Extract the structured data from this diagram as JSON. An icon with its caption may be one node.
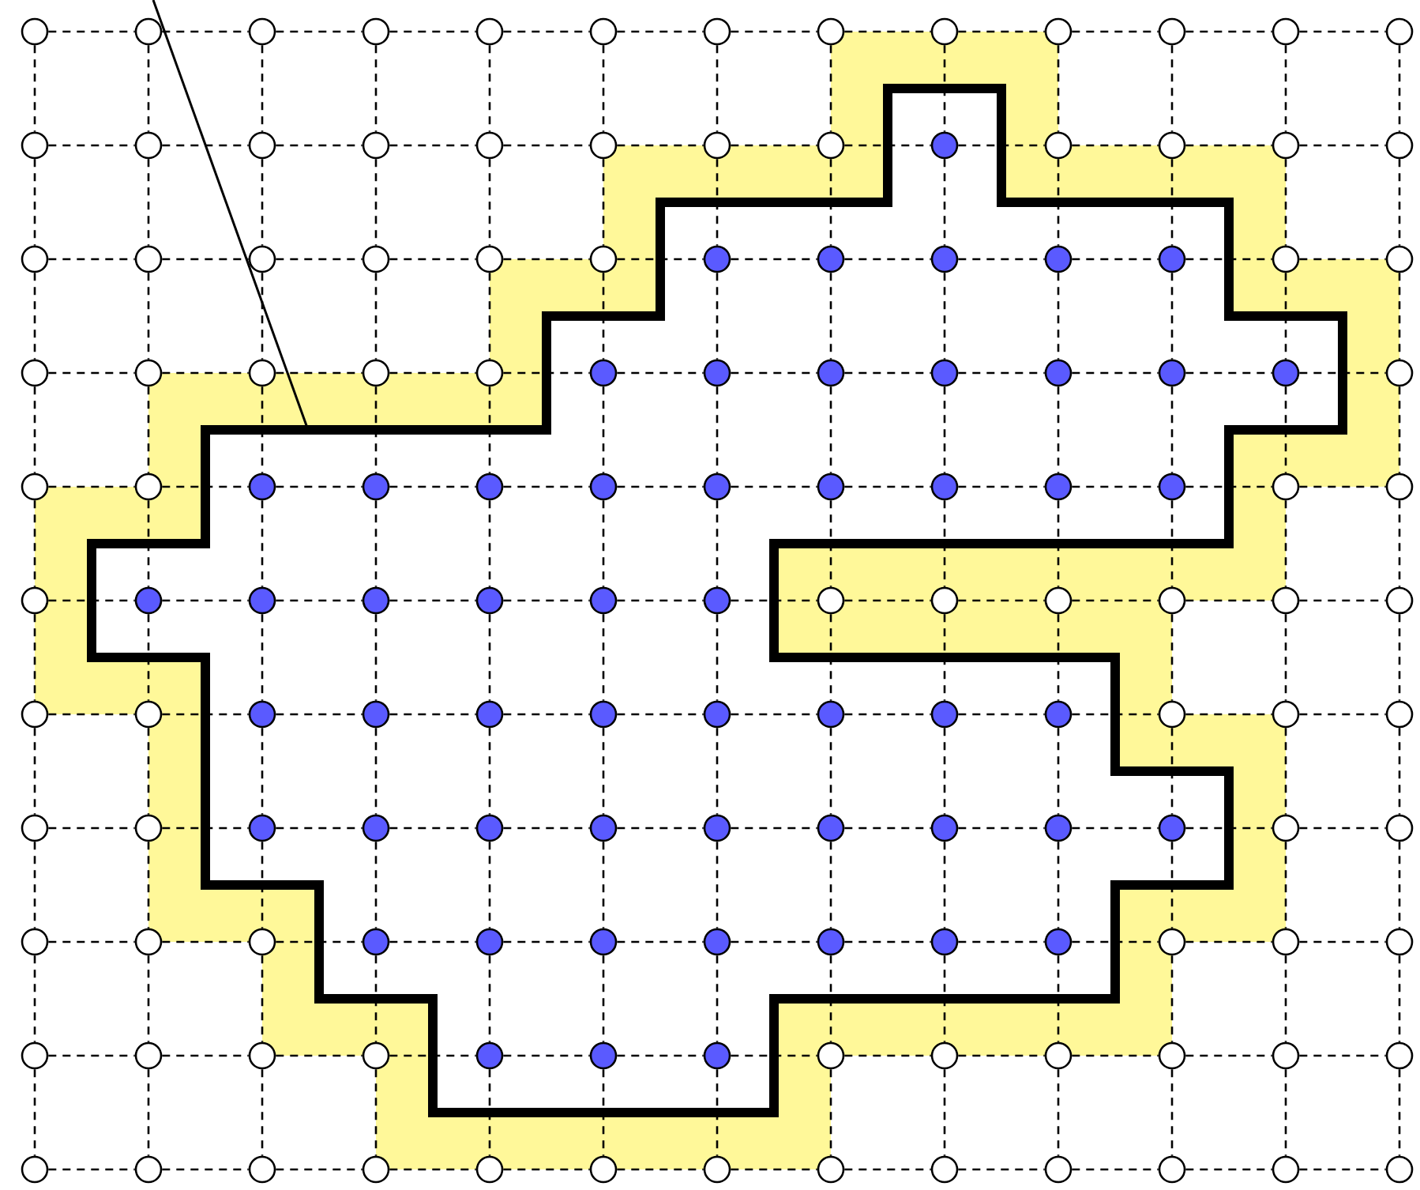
{
  "diagram": {
    "nodes": [
      {
        "text": [],
        "shape": "circle"
      },
      {
        "text": [],
        "shape": "circle"
      },
      {
        "text": [],
        "shape": "circle"
      },
      {
        "text": [],
        "shape": "circle"
      },
      {
        "text": [],
        "shape": "circle"
      },
      {
        "text": [],
        "shape": "circle"
      },
      {
        "text": [],
        "shape": "circle"
      },
      {
        "text": [],
        "shape": "circle"
      },
      {
        "text": [],
        "shape": "circle"
      },
      {
        "text": [],
        "shape": "circle"
      },
      {
        "text": [],
        "shape": "circle"
      },
      {
        "text": [],
        "shape": "circle"
      },
      {
        "text": [],
        "shape": "circle"
      },
      {
        "text": [],
        "shape": "circle"
      },
      {
        "text": [],
        "shape": "circle"
      },
      {
        "text": [],
        "shape": "circle"
      },
      {
        "text": [],
        "shape": "circle"
      },
      {
        "text": [],
        "shape": "circle"
      },
      {
        "text": [],
        "shape": "circle"
      },
      {
        "text": [],
        "shape": "circle"
      },
      {
        "text": [],
        "shape": "circle"
      },
      {
        "text": [],
        "shape": "circle"
      },
      {
        "text": [],
        "shape": "circle"
      },
      {
        "text": [],
        "shape": "circle"
      },
      {
        "text": [],
        "shape": "circle"
      },
      {
        "text": [],
        "shape": "circle"
      },
      {
        "text": [],
        "shape": "circle"
      },
      {
        "text": [],
        "shape": "circle"
      },
      {
        "text": [],
        "shape": "circle"
      },
      {
        "text": [],
        "shape": "circle"
      },
      {
        "text": [],
        "shape": "circle"
      },
      {
        "text": [],
        "shape": "circle"
      },
      {
        "text": [],
        "shape": "circle"
      },
      {
        "text": [],
        "shape": "circle"
      },
      {
        "text": [],
        "shape": "circle"
      },
      {
        "text": [],
        "shape": "circle"
      },
      {
        "text": [],
        "shape": "circle"
      },
      {
        "text": [],
        "shape": "circle"
      },
      {
        "text": [],
        "shape": "circle"
      },
      {
        "text": [],
        "shape": "circle"
      },
      {
        "text": [],
        "shape": "circle"
      },
      {
        "text": [],
        "shape": "circle"
      },
      {
        "text": [],
        "shape": "circle"
      },
      {
        "text": [],
        "shape": "circle"
      },
      {
        "text": [],
        "shape": "circle"
      },
      {
        "text": [],
        "shape": "circle"
      },
      {
        "text": [],
        "shape": "circle"
      },
      {
        "text": [],
        "shape": "circle"
      },
      {
        "text": [],
        "shape": "circle"
      },
      {
        "text": [],
        "shape": "circle"
      },
      {
        "text": [],
        "shape": "circle"
      },
      {
        "text": [],
        "shape": "circle"
      },
      {
        "text": [],
        "shape": "circle"
      },
      {
        "text": [],
        "shape": "circle"
      },
      {
        "text": [],
        "shape": "circle"
      },
      {
        "text": [],
        "shape": "circle"
      },
      {
        "text": [],
        "shape": "circle"
      },
      {
        "text": [],
        "shape": "circle"
      },
      {
        "text": [],
        "shape": "circle"
      },
      {
        "text": [],
        "shape": "circle"
      },
      {
        "text": [],
        "shape": "circle"
      },
      {
        "text": [],
        "shape": "circle"
      },
      {
        "text": [],
        "shape": "circle"
      },
      {
        "text": [],
        "shape": "circle"
      },
      {
        "text": [],
        "shape": "circle"
      },
      {
        "text": [],
        "shape": "circle"
      },
      {
        "text": [],
        "shape": "circle"
      },
      {
        "text": [],
        "shape": "circle"
      },
      {
        "text": [],
        "shape": "circle"
      },
      {
        "text": [],
        "shape": "circle"
      },
      {
        "text": [],
        "shape": "circle"
      },
      {
        "text": [],
        "shape": "circle"
      },
      {
        "text": [],
        "shape": "circle"
      },
      {
        "text": [],
        "shape": "circle"
      },
      {
        "text": [],
        "shape": "circle"
      },
      {
        "text": [],
        "shape": "circle"
      },
      {
        "text": [],
        "shape": "circle"
      },
      {
        "text": [],
        "shape": "circle"
      },
      {
        "text": [],
        "shape": "circle"
      },
      {
        "text": [],
        "shape": "circle"
      },
      {
        "text": [],
        "shape": "circle"
      },
      {
        "text": [],
        "shape": "circle"
      },
      {
        "text": [],
        "shape": "circle"
      },
      {
        "text": [],
        "shape": "circle"
      },
      {
        "text": [],
        "shape": "circle"
      },
      {
        "text": [],
        "shape": "circle"
      },
      {
        "text": [],
        "shape": "circle"
      },
      {
        "text": [],
        "shape": "circle"
      },
      {
        "text": [],
        "shape": "circle"
      },
      {
        "text": [],
        "shape": "circle"
      },
      {
        "text": [],
        "shape": "circle"
      },
      {
        "text": [],
        "shape": "circle"
      },
      {
        "text": [],
        "shape": "circle"
      },
      {
        "text": [],
        "shape": "circle"
      },
      {
        "text": [],
        "shape": "circle"
      },
      {
        "text": [],
        "shape": "circle"
      },
      {
        "text": [],
        "shape": "circle"
      },
      {
        "text": [],
        "shape": "circle"
      },
      {
        "text": [],
        "shape": "circle"
      },
      {
        "text": [],
        "shape": "circle"
      },
      {
        "text": [],
        "shape": "circle"
      },
      {
        "text": [],
        "shape": "circle"
      },
      {
        "text": [],
        "shape": "circle"
      },
      {
        "text": [],
        "shape": "circle"
      },
      {
        "text": [],
        "shape": "circle"
      },
      {
        "text": [],
        "shape": "circle"
      },
      {
        "text": [],
        "shape": "circle"
      },
      {
        "text": [],
        "shape": "circle"
      },
      {
        "text": [],
        "shape": "circle"
      },
      {
        "text": [],
        "shape": "circle"
      },
      {
        "text": [],
        "shape": "circle"
      },
      {
        "text": [],
        "shape": "circle"
      },
      {
        "text": [],
        "shape": "circle"
      },
      {
        "text": [],
        "shape": "circle"
      },
      {
        "text": [],
        "shape": "circle"
      },
      {
        "text": [],
        "shape": "circle"
      },
      {
        "text": [],
        "shape": "circle"
      },
      {
        "text": [],
        "shape": "circle"
      },
      {
        "text": [],
        "shape": "circle"
      },
      {
        "text": [],
        "shape": "circle"
      },
      {
        "text": [],
        "shape": "circle"
      },
      {
        "text": [],
        "shape": "circle"
      },
      {
        "text": [],
        "shape": "circle"
      },
      {
        "text": [],
        "shape": "circle"
      },
      {
        "text": [],
        "shape": "circle"
      },
      {
        "text": [],
        "shape": "circle"
      },
      {
        "text": [],
        "shape": "circle"
      },
      {
        "text": [],
        "shape": "circle"
      },
      {
        "text": [],
        "shape": "circle"
      },
      {
        "text": [],
        "shape": "circle"
      },
      {
        "text": [],
        "shape": "circle"
      },
      {
        "text": [],
        "shape": "circle"
      },
      {
        "text": [],
        "shape": "circle"
      },
      {
        "text": [],
        "shape": "circle"
      },
      {
        "text": [],
        "shape": "circle"
      },
      {
        "text": [],
        "shape": "circle"
      },
      {
        "text": [],
        "shape": "circle"
      },
      {
        "text": [],
        "shape": "circle"
      },
      {
        "text": [],
        "shape": "circle"
      },
      {
        "text": [],
        "shape": "circle"
      },
      {
        "text": [],
        "shape": "circle"
      },
      {
        "text": [],
        "shape": "circle"
      },
      {
        "text": [],
        "shape": "circle"
      }
    ],
    "edges": [
      {
        "from": 0,
        "to": 1,
        "arrow": "none"
      },
      {
        "from": 1,
        "to": 2,
        "arrow": "none"
      },
      {
        "from": 2,
        "to": 3,
        "arrow": "none"
      },
      {
        "from": 3,
        "to": 4,
        "arrow": "none"
      },
      {
        "from": 4,
        "to": 5,
        "arrow": "none"
      },
      {
        "from": 5,
        "to": 6,
        "arrow": "none"
      },
      {
        "from": 6,
        "to": 7,
        "arrow": "none"
      },
      {
        "from": 7,
        "to": 8,
        "arrow": "none"
      },
      {
        "from": 8,
        "to": 9,
        "arrow": "none"
      },
      {
        "from": 9,
        "to": 10,
        "arrow": "none"
      },
      {
        "from": 10,
        "to": 11,
        "arrow": "none"
      },
      {
        "from": 11,
        "to": 12,
        "arrow": "none"
      },
      {
        "from": 13,
        "to": 14,
        "arrow": "none"
      },
      {
        "from": 14,
        "to": 15,
        "arrow": "none"
      },
      {
        "from": 15,
        "to": 16,
        "arrow": "none"
      },
      {
        "from": 16,
        "to": 17,
        "arrow": "none"
      },
      {
        "from": 17,
        "to": 18,
        "arrow": "none"
      },
      {
        "from": 18,
        "to": 19,
        "arrow": "none"
      },
      {
        "from": 19,
        "to": 20,
        "arrow": "none"
      },
      {
        "from": 20,
        "to": 21,
        "arrow": "none"
      },
      {
        "from": 21,
        "to": 22,
        "arrow": "none"
      },
      {
        "from": 22,
        "to": 23,
        "arrow": "none"
      },
      {
        "from": 23,
        "to": 24,
        "arrow": "none"
      },
      {
        "from": 24,
        "to": 25,
        "arrow": "none"
      },
      {
        "from": 26,
        "to": 27,
        "arrow": "none"
      },
      {
        "from": 27,
        "to": 28,
        "arrow": "none"
      },
      {
        "from": 28,
        "to": 29,
        "arrow": "none"
      },
      {
        "from": 29,
        "to": 30,
        "arrow": "none"
      },
      {
        "from": 30,
        "to": 31,
        "arrow": "none"
      },
      {
        "from": 31,
        "to": 32,
        "arrow": "none"
      },
      {
        "from": 32,
        "to": 33,
        "arrow": "none"
      },
      {
        "from": 33,
        "to": 34,
        "arrow": "none"
      },
      {
        "from": 34,
        "to": 35,
        "arrow": "none"
      },
      {
        "from": 35,
        "to": 36,
        "arrow": "none"
      },
      {
        "from": 36,
        "to": 37,
        "arrow": "none"
      },
      {
        "from": 37,
        "to": 38,
        "arrow": "none"
      },
      {
        "from": 39,
        "to": 40,
        "arrow": "none"
      },
      {
        "from": 40,
        "to": 41,
        "arrow": "none"
      },
      {
        "from": 41,
        "to": 42,
        "arrow": "none"
      },
      {
        "from": 42,
        "to": 43,
        "arrow": "none"
      },
      {
        "from": 43,
        "to": 44,
        "arrow": "none"
      },
      {
        "from": 44,
        "to": 45,
        "arrow": "none"
      },
      {
        "from": 45,
        "to": 46,
        "arrow": "none"
      },
      {
        "from": 46,
        "to": 47,
        "arrow": "none"
      },
      {
        "from": 47,
        "to": 48,
        "arrow": "none"
      },
      {
        "from": 48,
        "to": 49,
        "arrow": "none"
      },
      {
        "from": 49,
        "to": 50,
        "arrow": "none"
      },
      {
        "from": 50,
        "to": 51,
        "arrow": "none"
      },
      {
        "from": 52,
        "to": 53,
        "arrow": "none"
      },
      {
        "from": 53,
        "to": 54,
        "arrow": "none"
      },
      {
        "from": 54,
        "to": 55,
        "arrow": "none"
      },
      {
        "from": 55,
        "to": 56,
        "arrow": "none"
      },
      {
        "from": 56,
        "to": 57,
        "arrow": "none"
      },
      {
        "from": 57,
        "to": 58,
        "arrow": "none"
      },
      {
        "from": 58,
        "to": 59,
        "arrow": "none"
      },
      {
        "from": 59,
        "to": 60,
        "arrow": "none"
      },
      {
        "from": 60,
        "to": 61,
        "arrow": "none"
      },
      {
        "from": 61,
        "to": 62,
        "arrow": "none"
      },
      {
        "from": 62,
        "to": 63,
        "arrow": "none"
      },
      {
        "from": 63,
        "to": 64,
        "arrow": "none"
      },
      {
        "from": 65,
        "to": 66,
        "arrow": "none"
      },
      {
        "from": 66,
        "to": 67,
        "arrow": "none"
      },
      {
        "from": 67,
        "to": 68,
        "arrow": "none"
      },
      {
        "from": 68,
        "to": 69,
        "arrow": "none"
      },
      {
        "from": 69,
        "to": 70,
        "arrow": "none"
      },
      {
        "from": 70,
        "to": 71,
        "arrow": "none"
      },
      {
        "from": 71,
        "to": 72,
        "arrow": "none"
      },
      {
        "from": 72,
        "to": 73,
        "arrow": "none"
      },
      {
        "from": 73,
        "to": 74,
        "arrow": "none"
      },
      {
        "from": 74,
        "to": 75,
        "arrow": "none"
      },
      {
        "from": 75,
        "to": 76,
        "arrow": "none"
      },
      {
        "from": 76,
        "to": 77,
        "arrow": "none"
      },
      {
        "from": 78,
        "to": 79,
        "arrow": "none"
      },
      {
        "from": 79,
        "to": 80,
        "arrow": "none"
      },
      {
        "from": 80,
        "to": 81,
        "arrow": "none"
      },
      {
        "from": 81,
        "to": 82,
        "arrow": "none"
      },
      {
        "from": 82,
        "to": 83,
        "arrow": "none"
      },
      {
        "from": 83,
        "to": 84,
        "arrow": "none"
      },
      {
        "from": 84,
        "to": 85,
        "arrow": "none"
      },
      {
        "from": 85,
        "to": 86,
        "arrow": "none"
      },
      {
        "from": 86,
        "to": 87,
        "arrow": "none"
      },
      {
        "from": 87,
        "to": 88,
        "arrow": "none"
      },
      {
        "from": 88,
        "to": 89,
        "arrow": "none"
      },
      {
        "from": 89,
        "to": 90,
        "arrow": "none"
      },
      {
        "from": 91,
        "to": 92,
        "arrow": "none"
      },
      {
        "from": 92,
        "to": 93,
        "arrow": "none"
      },
      {
        "from": 93,
        "to": 94,
        "arrow": "none"
      },
      {
        "from": 94,
        "to": 95,
        "arrow": "none"
      },
      {
        "from": 95,
        "to": 96,
        "arrow": "none"
      },
      {
        "from": 96,
        "to": 97,
        "arrow": "none"
      },
      {
        "from": 97,
        "to": 98,
        "arrow": "none"
      },
      {
        "from": 98,
        "to": 99,
        "arrow": "none"
      },
      {
        "from": 99,
        "to": 100,
        "arrow": "none"
      },
      {
        "from": 100,
        "to": 101,
        "arrow": "none"
      },
      {
        "from": 101,
        "to": 102,
        "arrow": "none"
      },
      {
        "from": 102,
        "to": 103,
        "arrow": "none"
      },
      {
        "from": 104,
        "to": 105,
        "arrow": "none"
      },
      {
        "from": 105,
        "to": 106,
        "arrow": "none"
      },
      {
        "from": 106,
        "to": 107,
        "arrow": "none"
      },
      {
        "from": 107,
        "to": 108,
        "arrow": "none"
      },
      {
        "from": 108,
        "to": 109,
        "arrow": "none"
      },
      {
        "from": 109,
        "to": 110,
        "arrow": "none"
      },
      {
        "from": 110,
        "to": 111,
        "arrow": "none"
      },
      {
        "from": 111,
        "to": 112,
        "arrow": "none"
      },
      {
        "from": 112,
        "to": 113,
        "arrow": "none"
      },
      {
        "from": 113,
        "to": 114,
        "arrow": "none"
      },
      {
        "from": 114,
        "to": 115,
        "arrow": "none"
      },
      {
        "from": 115,
        "to": 116,
        "arrow": "none"
      },
      {
        "from": 117,
        "to": 118,
        "arrow": "none"
      },
      {
        "from": 118,
        "to": 119,
        "arrow": "none"
      },
      {
        "from": 119,
        "to": 120,
        "arrow": "none"
      },
      {
        "from": 120,
        "to": 121,
        "arrow": "none"
      },
      {
        "from": 121,
        "to": 122,
        "arrow": "none"
      },
      {
        "from": 122,
        "to": 123,
        "arrow": "none"
      },
      {
        "from": 123,
        "to": 124,
        "arrow": "none"
      },
      {
        "from": 124,
        "to": 125,
        "arrow": "none"
      },
      {
        "from": 125,
        "to": 126,
        "arrow": "none"
      },
      {
        "from": 126,
        "to": 127,
        "arrow": "none"
      },
      {
        "from": 127,
        "to": 128,
        "arrow": "none"
      },
      {
        "from": 128,
        "to": 129,
        "arrow": "none"
      },
      {
        "from": 130,
        "to": 131,
        "arrow": "none"
      },
      {
        "from": 131,
        "to": 132,
        "arrow": "none"
      },
      {
        "from": 132,
        "to": 133,
        "arrow": "none"
      },
      {
        "from": 133,
        "to": 134,
        "arrow": "none"
      },
      {
        "from": 134,
        "to": 135,
        "arrow": "none"
      },
      {
        "from": 135,
        "to": 136,
        "arrow": "none"
      },
      {
        "from": 136,
        "to": 137,
        "arrow": "none"
      },
      {
        "from": 137,
        "to": 138,
        "arrow": "none"
      },
      {
        "from": 138,
        "to": 139,
        "arrow": "none"
      },
      {
        "from": 139,
        "to": 140,
        "arrow": "none"
      },
      {
        "from": 140,
        "to": 141,
        "arrow": "none"
      },
      {
        "from": 141,
        "to": 142,
        "arrow": "none"
      },
      {
        "from": 0,
        "to": 13,
        "arrow": "none"
      },
      {
        "from": 1,
        "to": 14,
        "arrow": "none"
      },
      {
        "from": 2,
        "to": 15,
        "arrow": "none"
      },
      {
        "from": 3,
        "to": 16,
        "arrow": "none"
      },
      {
        "from": 4,
        "to": 17,
        "arrow": "none"
      },
      {
        "from": 5,
        "to": 18,
        "arrow": "none"
      },
      {
        "from": 6,
        "to": 19,
        "arrow": "none"
      },
      {
        "from": 7,
        "to": 20,
        "arrow": "none"
      },
      {
        "from": 8,
        "to": 21,
        "arrow": "none"
      },
      {
        "from": 9,
        "to": 22,
        "arrow": "none"
      },
      {
        "from": 10,
        "to": 23,
        "arrow": "none"
      },
      {
        "from": 11,
        "to": 24,
        "arrow": "none"
      },
      {
        "from": 12,
        "to": 25,
        "arrow": "none"
      },
      {
        "from": 13,
        "to": 26,
        "arrow": "none"
      },
      {
        "from": 14,
        "to": 27,
        "arrow": "none"
      },
      {
        "from": 15,
        "to": 28,
        "arrow": "none"
      },
      {
        "from": 16,
        "to": 29,
        "arrow": "none"
      },
      {
        "from": 17,
        "to": 30,
        "arrow": "none"
      },
      {
        "from": 18,
        "to": 31,
        "arrow": "none"
      },
      {
        "from": 19,
        "to": 32,
        "arrow": "none"
      },
      {
        "from": 20,
        "to": 33,
        "arrow": "none"
      },
      {
        "from": 21,
        "to": 34,
        "arrow": "none"
      },
      {
        "from": 22,
        "to": 35,
        "arrow": "none"
      },
      {
        "from": 23,
        "to": 36,
        "arrow": "none"
      },
      {
        "from": 24,
        "to": 37,
        "arrow": "none"
      },
      {
        "from": 25,
        "to": 38,
        "arrow": "none"
      },
      {
        "from": 26,
        "to": 39,
        "arrow": "none"
      },
      {
        "from": 27,
        "to": 40,
        "arrow": "none"
      },
      {
        "from": 28,
        "to": 41,
        "arrow": "none"
      },
      {
        "from": 29,
        "to": 42,
        "arrow": "none"
      },
      {
        "from": 30,
        "to": 43,
        "arrow": "none"
      },
      {
        "from": 31,
        "to": 44,
        "arrow": "none"
      },
      {
        "from": 32,
        "to": 45,
        "arrow": "none"
      },
      {
        "from": 33,
        "to": 46,
        "arrow": "none"
      },
      {
        "from": 34,
        "to": 47,
        "arrow": "none"
      },
      {
        "from": 35,
        "to": 48,
        "arrow": "none"
      },
      {
        "from": 36,
        "to": 49,
        "arrow": "none"
      },
      {
        "from": 37,
        "to": 50,
        "arrow": "none"
      },
      {
        "from": 38,
        "to": 51,
        "arrow": "none"
      },
      {
        "from": 39,
        "to": 52,
        "arrow": "none"
      },
      {
        "from": 40,
        "to": 53,
        "arrow": "none"
      },
      {
        "from": 41,
        "to": 54,
        "arrow": "none"
      },
      {
        "from": 42,
        "to": 55,
        "arrow": "none"
      },
      {
        "from": 43,
        "to": 56,
        "arrow": "none"
      },
      {
        "from": 44,
        "to": 57,
        "arrow": "none"
      },
      {
        "from": 45,
        "to": 58,
        "arrow": "none"
      },
      {
        "from": 46,
        "to": 59,
        "arrow": "none"
      },
      {
        "from": 47,
        "to": 60,
        "arrow": "none"
      },
      {
        "from": 48,
        "to": 61,
        "arrow": "none"
      },
      {
        "from": 49,
        "to": 62,
        "arrow": "none"
      },
      {
        "from": 50,
        "to": 63,
        "arrow": "none"
      },
      {
        "from": 51,
        "to": 64,
        "arrow": "none"
      },
      {
        "from": 52,
        "to": 65,
        "arrow": "none"
      },
      {
        "from": 53,
        "to": 66,
        "arrow": "none"
      },
      {
        "from": 54,
        "to": 67,
        "arrow": "none"
      },
      {
        "from": 55,
        "to": 68,
        "arrow": "none"
      },
      {
        "from": 56,
        "to": 69,
        "arrow": "none"
      },
      {
        "from": 57,
        "to": 70,
        "arrow": "none"
      },
      {
        "from": 58,
        "to": 71,
        "arrow": "none"
      },
      {
        "from": 59,
        "to": 72,
        "arrow": "none"
      },
      {
        "from": 60,
        "to": 73,
        "arrow": "none"
      },
      {
        "from": 61,
        "to": 74,
        "arrow": "none"
      },
      {
        "from": 62,
        "to": 75,
        "arrow": "none"
      },
      {
        "from": 63,
        "to": 76,
        "arrow": "none"
      },
      {
        "from": 64,
        "to": 77,
        "arrow": "none"
      },
      {
        "from": 65,
        "to": 78,
        "arrow": "none"
      },
      {
        "from": 66,
        "to": 79,
        "arrow": "none"
      },
      {
        "from": 67,
        "to": 80,
        "arrow": "none"
      },
      {
        "from": 68,
        "to": 81,
        "arrow": "none"
      },
      {
        "from": 69,
        "to": 82,
        "arrow": "none"
      },
      {
        "from": 70,
        "to": 83,
        "arrow": "none"
      },
      {
        "from": 71,
        "to": 84,
        "arrow": "none"
      },
      {
        "from": 72,
        "to": 85,
        "arrow": "none"
      },
      {
        "from": 73,
        "to": 86,
        "arrow": "none"
      },
      {
        "from": 74,
        "to": 87,
        "arrow": "none"
      },
      {
        "from": 75,
        "to": 88,
        "arrow": "none"
      },
      {
        "from": 76,
        "to": 89,
        "arrow": "none"
      },
      {
        "from": 77,
        "to": 90,
        "arrow": "none"
      },
      {
        "from": 78,
        "to": 91,
        "arrow": "none"
      },
      {
        "from": 79,
        "to": 92,
        "arrow": "none"
      },
      {
        "from": 80,
        "to": 93,
        "arrow": "none"
      },
      {
        "from": 81,
        "to": 94,
        "arrow": "none"
      },
      {
        "from": 82,
        "to": 95,
        "arrow": "none"
      },
      {
        "from": 83,
        "to": 96,
        "arrow": "none"
      },
      {
        "from": 84,
        "to": 97,
        "arrow": "none"
      },
      {
        "from": 85,
        "to": 98,
        "arrow": "none"
      },
      {
        "from": 86,
        "to": 99,
        "arrow": "none"
      },
      {
        "from": 87,
        "to": 100,
        "arrow": "none"
      },
      {
        "from": 88,
        "to": 101,
        "arrow": "none"
      },
      {
        "from": 89,
        "to": 102,
        "arrow": "none"
      },
      {
        "from": 90,
        "to": 103,
        "arrow": "none"
      },
      {
        "from": 91,
        "to": 104,
        "arrow": "none"
      },
      {
        "from": 92,
        "to": 105,
        "arrow": "none"
      },
      {
        "from": 93,
        "to": 106,
        "arrow": "none"
      },
      {
        "from": 94,
        "to": 107,
        "arrow": "none"
      },
      {
        "from": 95,
        "to": 108,
        "arrow": "none"
      },
      {
        "from": 96,
        "to": 109,
        "arrow": "none"
      },
      {
        "from": 97,
        "to": 110,
        "arrow": "none"
      },
      {
        "from": 98,
        "to": 111,
        "arrow": "none"
      },
      {
        "from": 99,
        "to": 112,
        "arrow": "none"
      },
      {
        "from": 100,
        "to": 113,
        "arrow": "none"
      },
      {
        "from": 101,
        "to": 114,
        "arrow": "none"
      },
      {
        "from": 102,
        "to": 115,
        "arrow": "none"
      },
      {
        "from": 103,
        "to": 116,
        "arrow": "none"
      },
      {
        "from": 104,
        "to": 117,
        "arrow": "none"
      },
      {
        "from": 105,
        "to": 118,
        "arrow": "none"
      },
      {
        "from": 106,
        "to": 119,
        "arrow": "none"
      },
      {
        "from": 107,
        "to": 120,
        "arrow": "none"
      },
      {
        "from": 108,
        "to": 121,
        "arrow": "none"
      },
      {
        "from": 109,
        "to": 122,
        "arrow": "none"
      },
      {
        "from": 110,
        "to": 123,
        "arrow": "none"
      },
      {
        "from": 111,
        "to": 124,
        "arrow": "none"
      },
      {
        "from": 112,
        "to": 125,
        "arrow": "none"
      },
      {
        "from": 113,
        "to": 126,
        "arrow": "none"
      },
      {
        "from": 114,
        "to": 127,
        "arrow": "none"
      },
      {
        "from": 115,
        "to": 128,
        "arrow": "none"
      },
      {
        "from": 116,
        "to": 129,
        "arrow": "none"
      },
      {
        "from": 117,
        "to": 130,
        "arrow": "none"
      },
      {
        "from": 118,
        "to": 131,
        "arrow": "none"
      },
      {
        "from": 119,
        "to": 132,
        "arrow": "none"
      },
      {
        "from": 120,
        "to": 133,
        "arrow": "none"
      },
      {
        "from": 121,
        "to": 134,
        "arrow": "none"
      },
      {
        "from": 122,
        "to": 135,
        "arrow": "none"
      },
      {
        "from": 123,
        "to": 136,
        "arrow": "none"
      },
      {
        "from": 124,
        "to": 137,
        "arrow": "none"
      },
      {
        "from": 125,
        "to": 138,
        "arrow": "none"
      },
      {
        "from": 126,
        "to": 139,
        "arrow": "none"
      },
      {
        "from": 127,
        "to": 140,
        "arrow": "none"
      },
      {
        "from": 128,
        "to": 141,
        "arrow": "none"
      },
      {
        "from": 129,
        "to": 142,
        "arrow": "none"
      }
    ]
  }
}
